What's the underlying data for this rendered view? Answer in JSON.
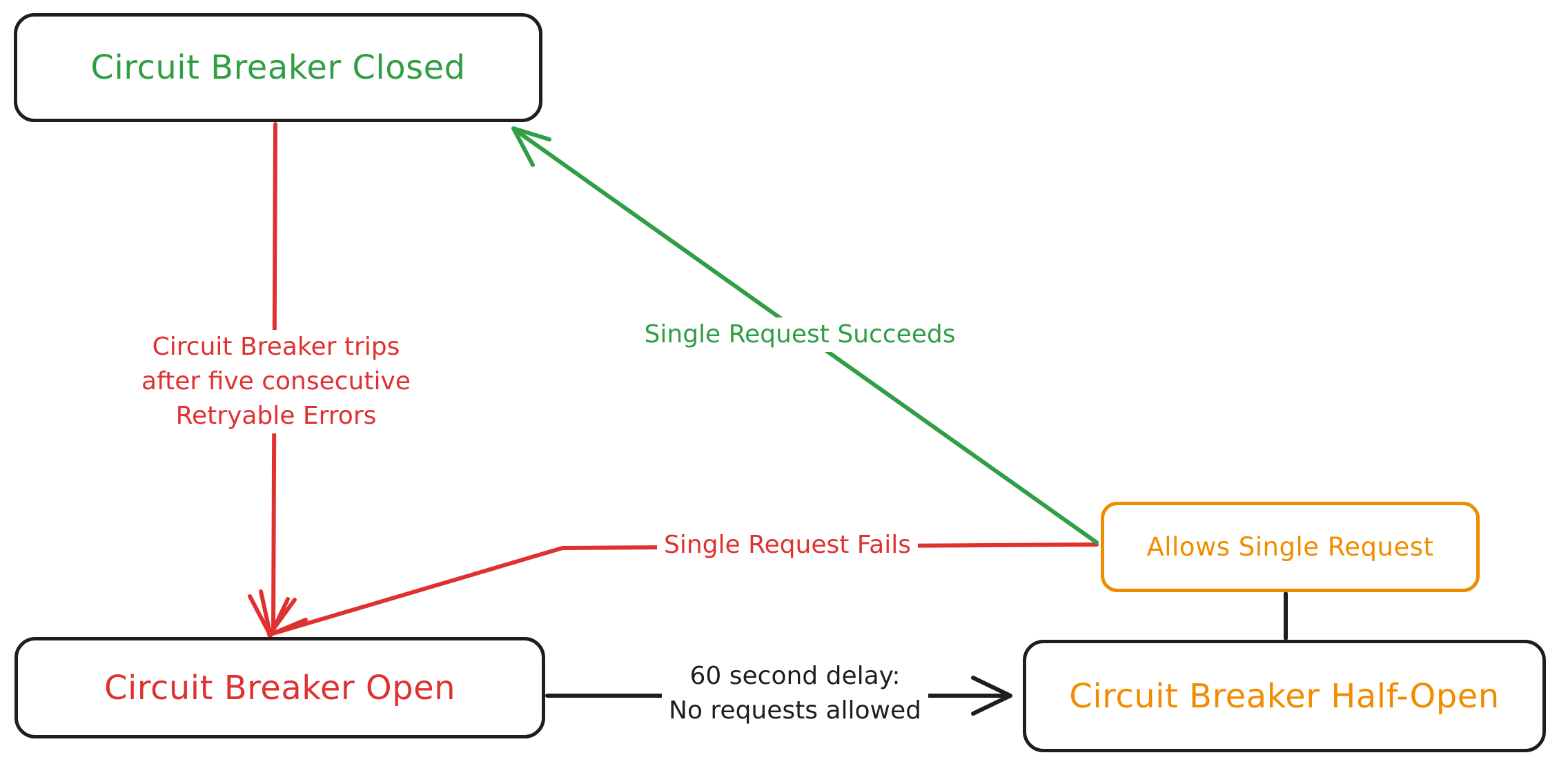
{
  "colors": {
    "green": "#2f9e44",
    "red": "#e03131",
    "orange": "#f08c00",
    "ink": "#1e1e1e",
    "background": "#ffffff"
  },
  "nodes": {
    "closed": {
      "label": "Circuit Breaker Closed"
    },
    "open": {
      "label": "Circuit Breaker Open"
    },
    "half_open": {
      "label": "Circuit Breaker Half-Open"
    },
    "allows": {
      "label": "Allows Single Request"
    }
  },
  "edges": {
    "trip": {
      "lines": [
        "Circuit Breaker trips",
        "after five consecutive",
        "Retryable Errors"
      ]
    },
    "succeed": {
      "label": "Single Request Succeeds"
    },
    "fail": {
      "label": "Single Request Fails"
    },
    "delay": {
      "lines": [
        "60 second delay:",
        "No requests allowed"
      ]
    }
  }
}
